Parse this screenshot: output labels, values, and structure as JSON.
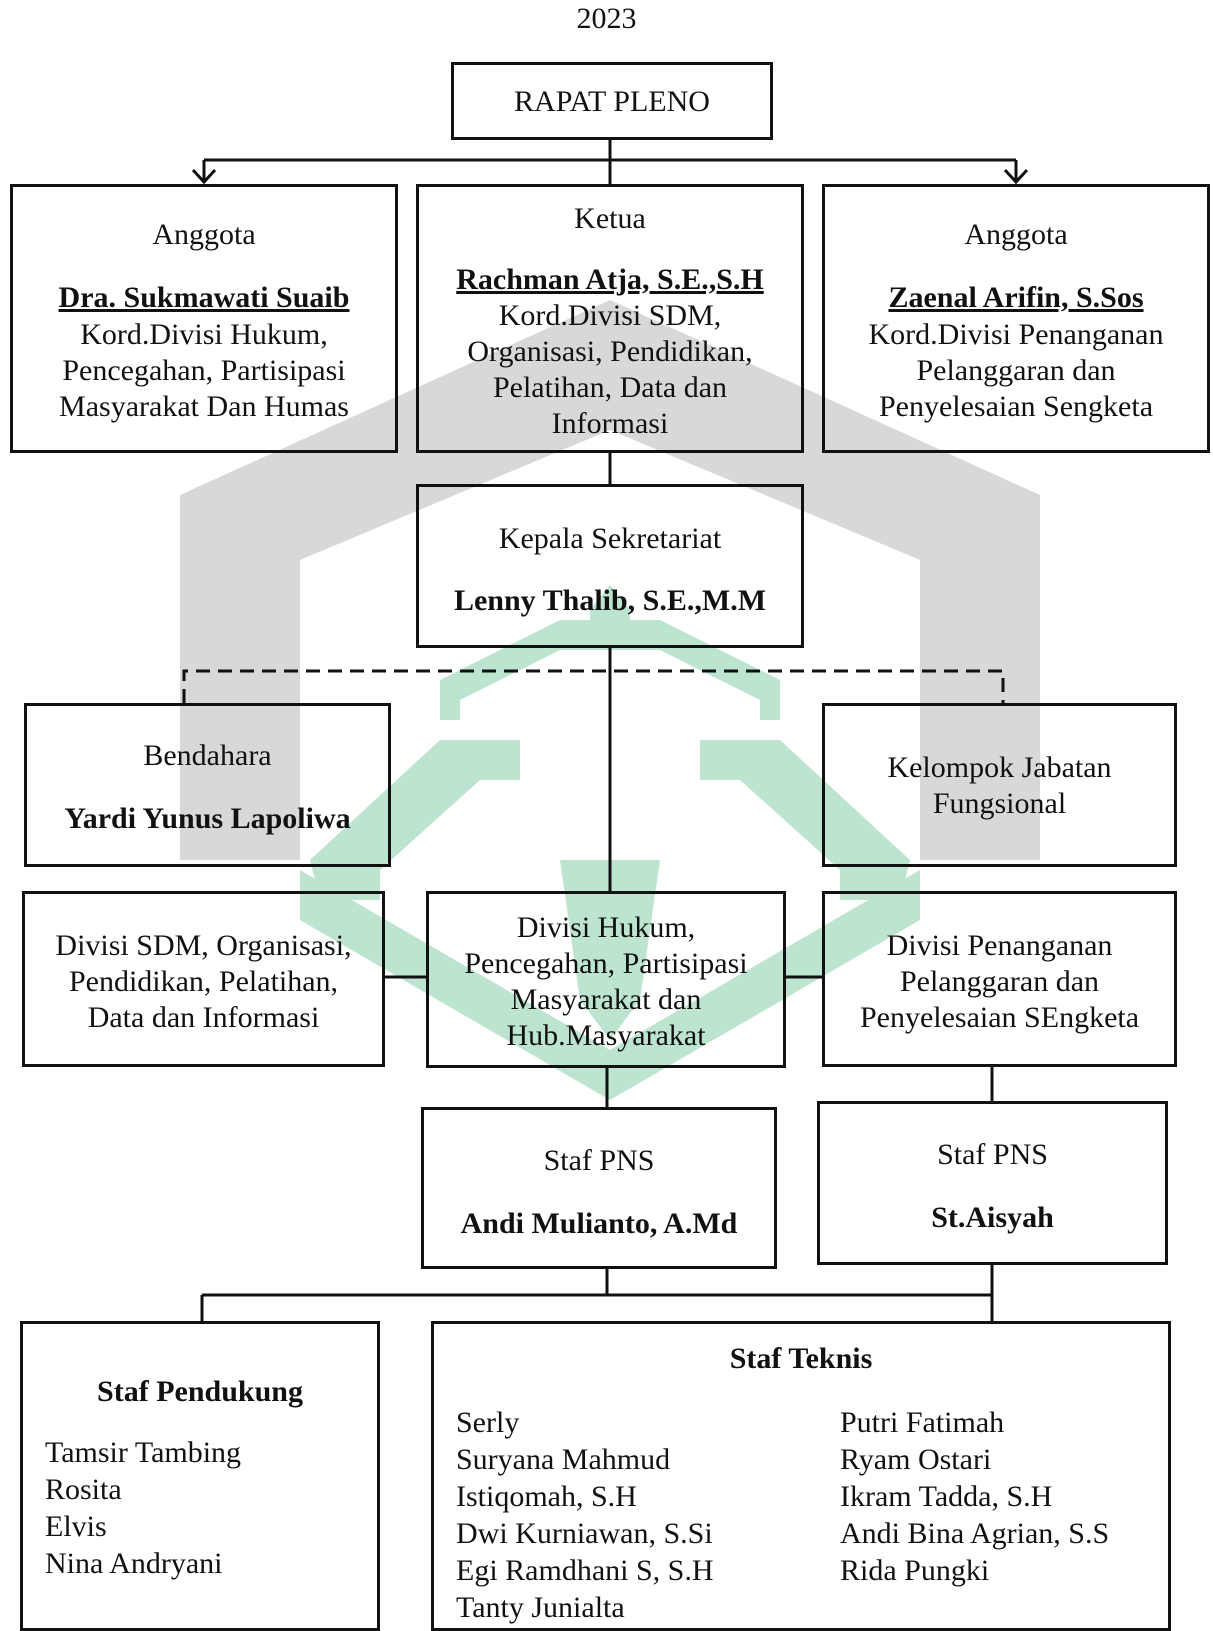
{
  "header": {
    "year": "2023"
  },
  "rapat": {
    "title": "RAPAT PLENO"
  },
  "anggota_left": {
    "role": "Anggota",
    "name": "Dra. Sukmawati Suaib",
    "lines": [
      "Kord.Divisi Hukum,",
      "Pencegahan, Partisipasi",
      "Masyarakat Dan Humas"
    ]
  },
  "ketua": {
    "role": "Ketua",
    "name": "Rachman Atja, S.E.,S.H",
    "lines": [
      "Kord.Divisi SDM,",
      "Organisasi, Pendidikan,",
      "Pelatihan, Data dan",
      "Informasi"
    ]
  },
  "anggota_right": {
    "role": "Anggota",
    "name": "Zaenal Arifin, S.Sos",
    "lines": [
      "Kord.Divisi Penanganan",
      "Pelanggaran dan",
      "Penyelesaian Sengketa"
    ]
  },
  "kepala": {
    "role": "Kepala Sekretariat",
    "name": "Lenny Thalib, S.E.,M.M"
  },
  "bendahara": {
    "role": "Bendahara",
    "name": "Yardi Yunus Lapoliwa"
  },
  "kelompok": {
    "lines": [
      "Kelompok Jabatan",
      "Fungsional"
    ]
  },
  "divisi_sdm": {
    "lines": [
      "Divisi SDM, Organisasi,",
      "Pendidikan, Pelatihan,",
      "Data dan Informasi"
    ]
  },
  "divisi_hukum": {
    "lines": [
      "Divisi Hukum,",
      "Pencegahan, Partisipasi",
      "Masyarakat dan",
      "Hub.Masyarakat"
    ]
  },
  "divisi_penanganan": {
    "lines": [
      "Divisi Penanganan",
      "Pelanggaran dan",
      "Penyelesaian SEngketa"
    ]
  },
  "staf_pns_left": {
    "role": "Staf PNS",
    "name": "Andi Mulianto, A.Md"
  },
  "staf_pns_right": {
    "role": "Staf PNS",
    "name": "St.Aisyah"
  },
  "staf_pendukung": {
    "title": "Staf Pendukung",
    "members": [
      "Tamsir Tambing",
      "Rosita",
      "Elvis",
      "Nina Andryani"
    ]
  },
  "staf_teknis": {
    "title": "Staf Teknis",
    "col1": [
      "Serly",
      "Suryana Mahmud",
      "Istiqomah, S.H",
      "Dwi Kurniawan, S.Si",
      "Egi Ramdhani S, S.H",
      "Tanty Junialta"
    ],
    "col2": [
      "Putri Fatimah",
      "Ryam Ostari",
      "Ikram Tadda, S.H",
      "Andi Bina Agrian, S.S",
      "Rida Pungki"
    ]
  },
  "colors": {
    "line": "#111111",
    "watermark_gray": "#d6d6d6",
    "watermark_green": "#b9e3cc"
  }
}
